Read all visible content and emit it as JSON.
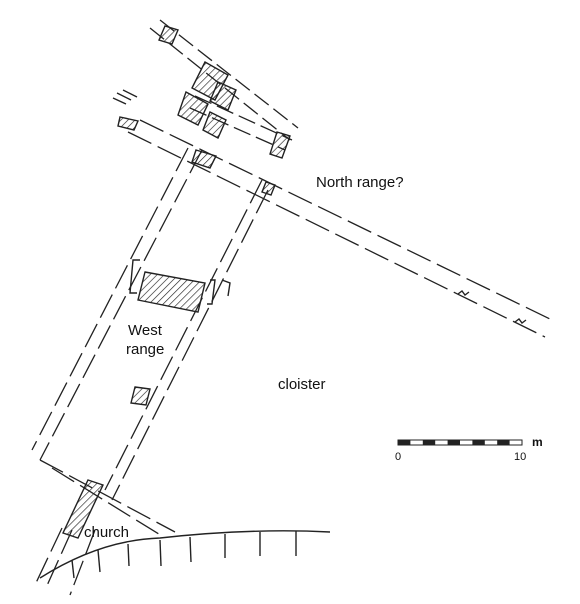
{
  "labels": {
    "north_range": "North range?",
    "west_range_line1": "West",
    "west_range_line2": "range",
    "cloister": "cloister",
    "church": "church"
  },
  "scale_bar": {
    "start": "0",
    "end": "10",
    "unit": "m"
  }
}
